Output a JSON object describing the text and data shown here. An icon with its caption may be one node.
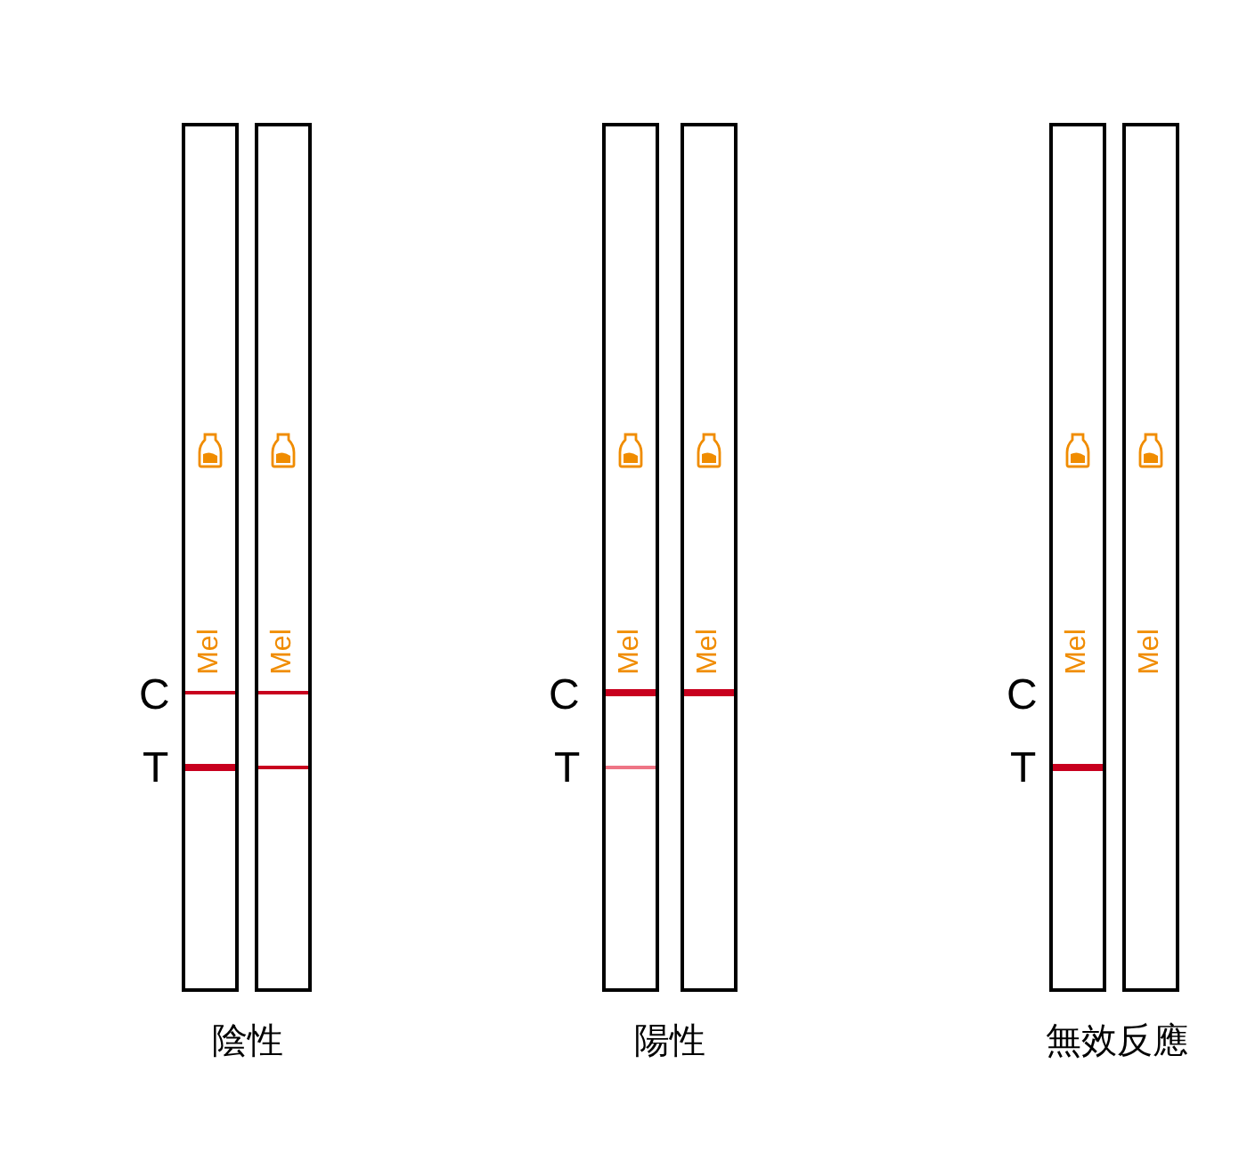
{
  "diagram": {
    "nodes": [
      {
        "text": [
          "Mel"
        ]
      },
      {
        "text": [
          "Mel"
        ]
      },
      {
        "text": [
          "Mel"
        ]
      },
      {
        "text": [
          "Mel"
        ]
      },
      {
        "text": [
          "Mel"
        ]
      },
      {
        "text": [
          "Mel"
        ]
      }
    ],
    "labels": [
      "C",
      "C",
      "C",
      "T",
      "T",
      "T",
      "陰性",
      "陽性",
      "無效反應"
    ]
  }
}
